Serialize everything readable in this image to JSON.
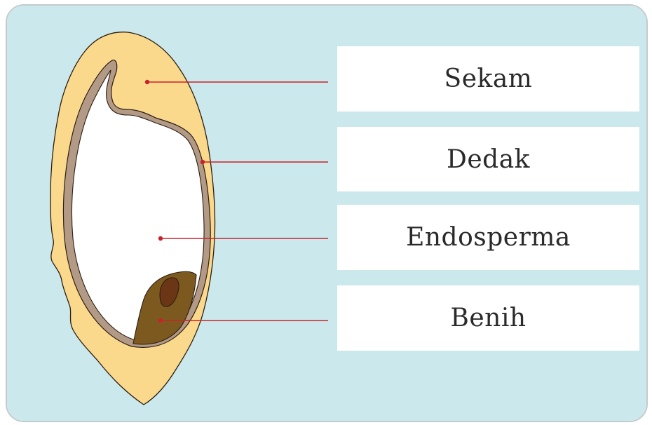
{
  "colors": {
    "background": "#cbe8ec",
    "box": "#ffffff",
    "husk": "#fbd98c",
    "bran": "#b39a87",
    "endosperm": "#ffffff",
    "seed": "#7c5a1f",
    "seed_core": "#6b3616",
    "leader_line": "#c9232a",
    "outline": "#2b1d10"
  },
  "icons": {
    "grain": "rice-grain-cross-section-icon"
  },
  "labels": [
    {
      "id": "husk",
      "text": "Sekam"
    },
    {
      "id": "bran",
      "text": "Dedak"
    },
    {
      "id": "endosperm",
      "text": "Endosperma"
    },
    {
      "id": "seed",
      "text": "Benih"
    }
  ]
}
